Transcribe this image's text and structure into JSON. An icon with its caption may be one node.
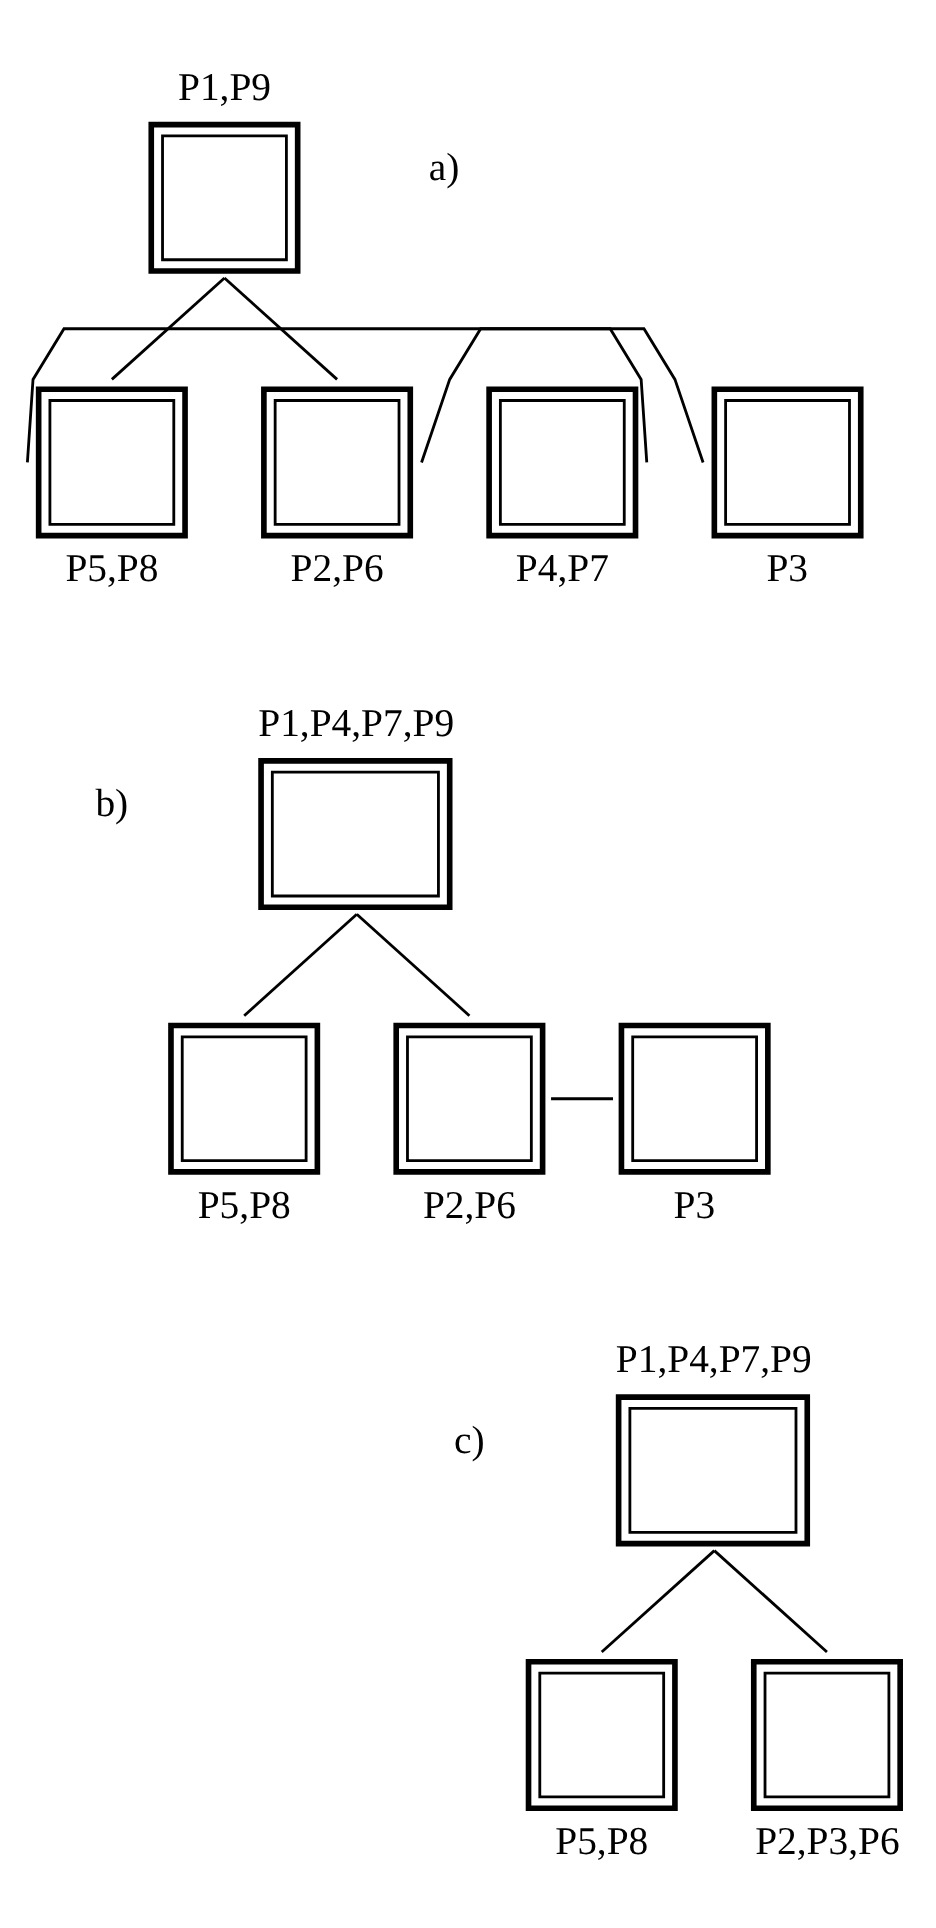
{
  "diagram": {
    "nodes": [
      {
        "text": [
          "P1,P9"
        ]
      },
      {
        "text": [
          "P4,P7"
        ]
      },
      {
        "text": [
          "P5,P8"
        ]
      },
      {
        "text": [
          "P2,P6"
        ]
      },
      {
        "text": [
          "P3"
        ]
      },
      {
        "text": [
          "P1,P4,P7,P9"
        ]
      },
      {
        "text": [
          "P5,P8"
        ]
      },
      {
        "text": [
          "P2,P6"
        ]
      },
      {
        "text": [
          "P3"
        ]
      },
      {
        "text": [
          "P1,P4,P7,P9"
        ]
      },
      {
        "text": [
          "P5,P8"
        ]
      },
      {
        "text": [
          "P2,P3,P6"
        ]
      }
    ],
    "edges": [
      {
        "from": 0,
        "to": 2,
        "arrow": "none"
      },
      {
        "from": 0,
        "to": 3,
        "arrow": "none"
      },
      {
        "from": 1,
        "to": 2,
        "arrow": "none"
      },
      {
        "from": 3,
        "to": 4,
        "arrow": "none"
      },
      {
        "from": 5,
        "to": 6,
        "arrow": "none"
      },
      {
        "from": 5,
        "to": 7,
        "arrow": "none"
      },
      {
        "from": 7,
        "to": 8,
        "arrow": "none"
      },
      {
        "from": 9,
        "to": 10,
        "arrow": "none"
      },
      {
        "from": 9,
        "to": 11,
        "arrow": "none"
      }
    ],
    "labels": [
      "a)",
      "b)",
      "c)"
    ]
  }
}
